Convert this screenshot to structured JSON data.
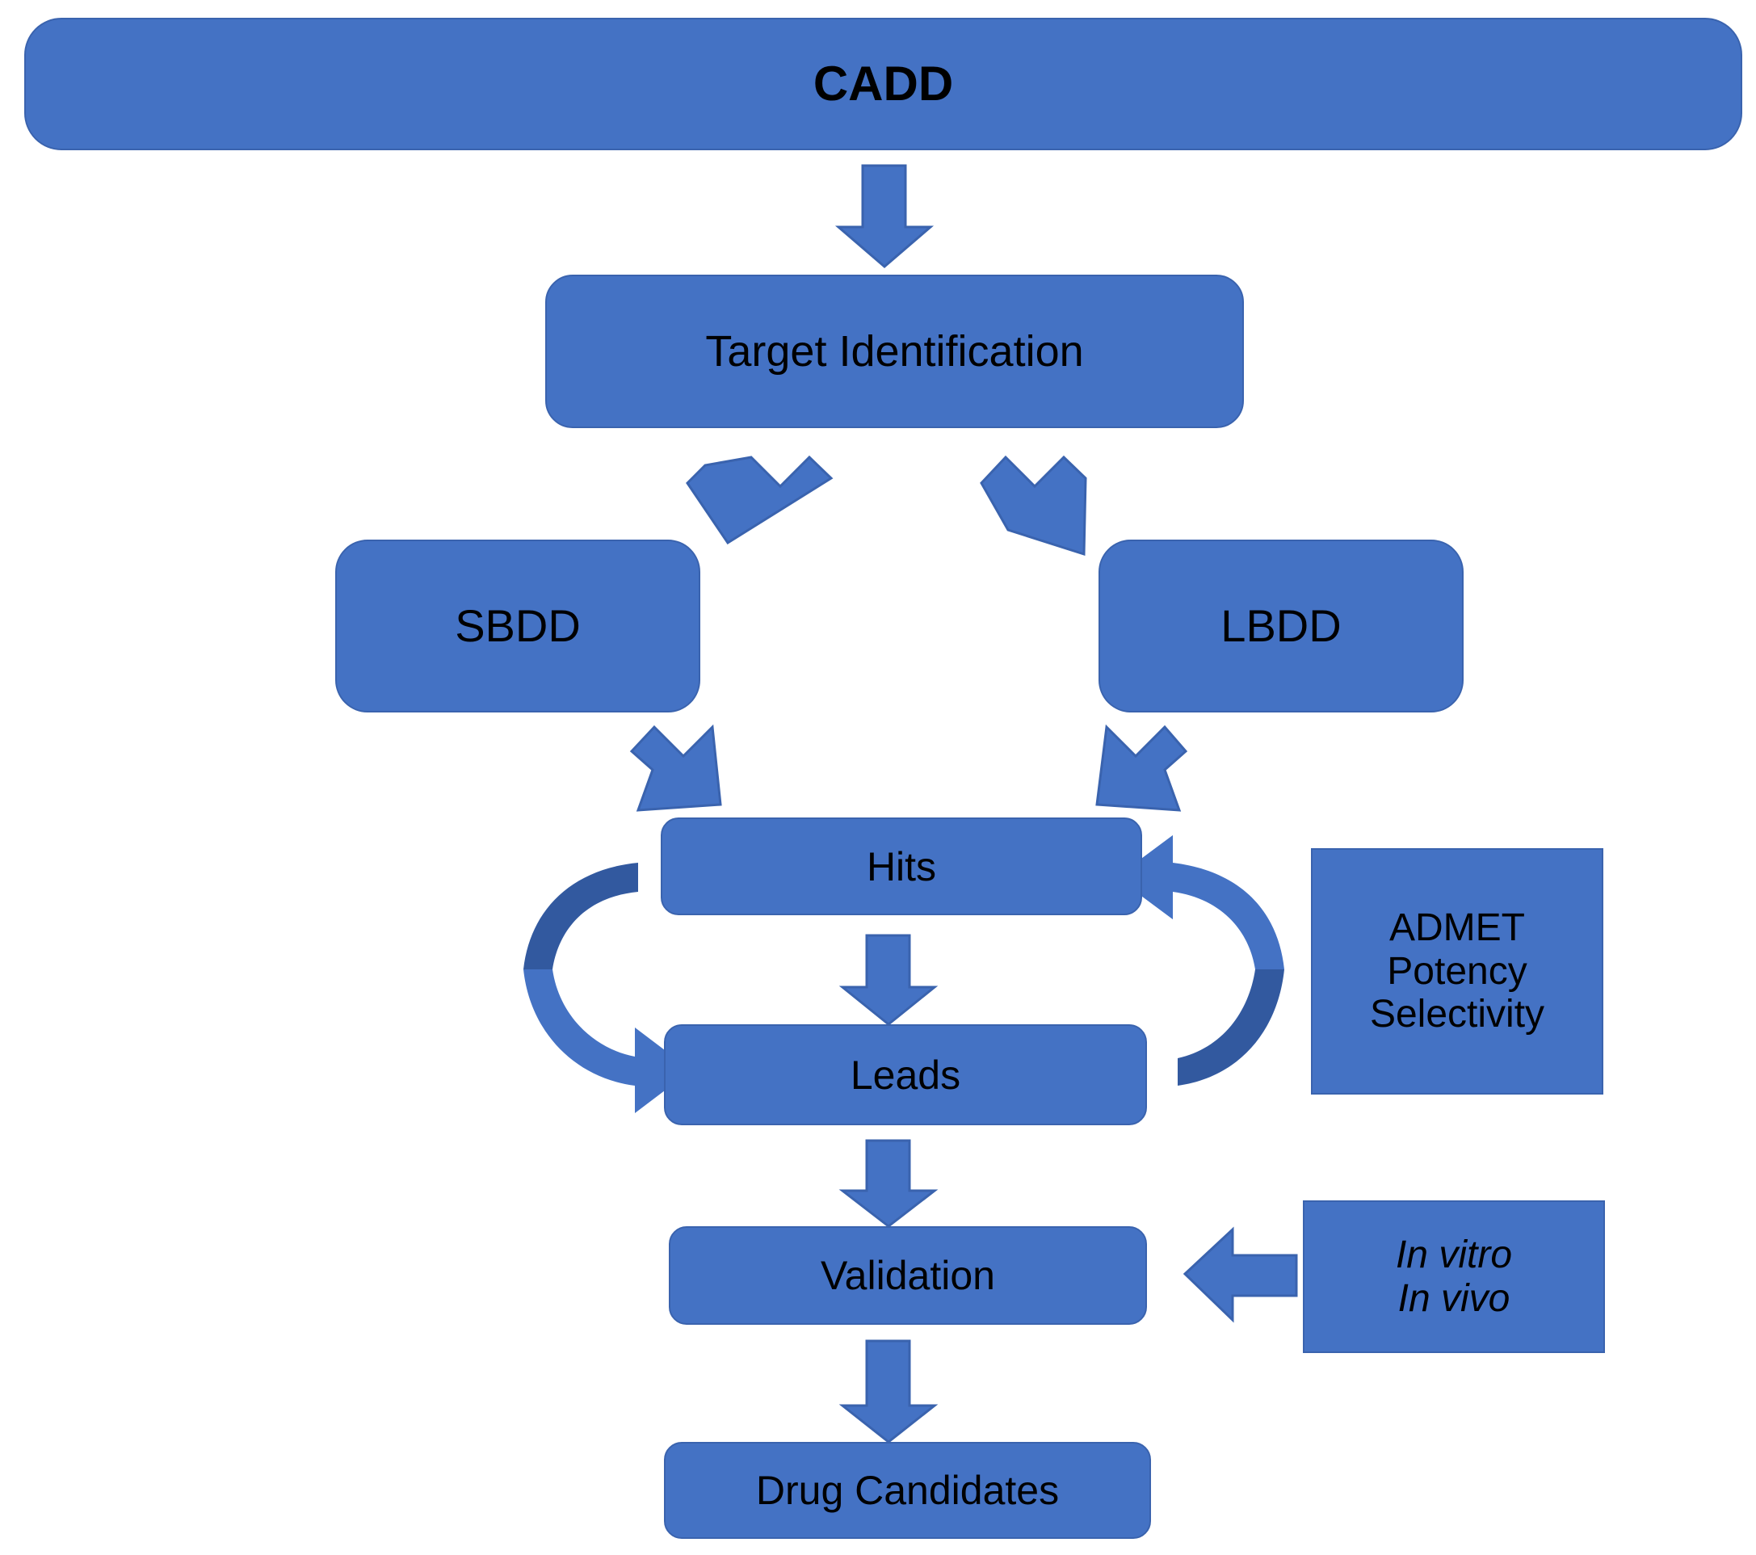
{
  "diagram": {
    "title": "CADD",
    "palette": {
      "node_fill": "#4472C4",
      "node_stroke": "#3A63AE",
      "arrow_fill": "#4472C4",
      "curve_dark": "#32599F",
      "text": "#000000",
      "background": "#FFFFFF"
    },
    "nodes": {
      "cadd": {
        "label": "CADD",
        "shape": "rounded-banner",
        "emphasis": "bold"
      },
      "target_identification": {
        "label": "Target Identification",
        "shape": "rounded-rect"
      },
      "sbdd": {
        "label": "SBDD",
        "shape": "rounded-rect"
      },
      "lbdd": {
        "label": "LBDD",
        "shape": "rounded-rect"
      },
      "hits": {
        "label": "Hits",
        "shape": "rounded-rect"
      },
      "leads": {
        "label": "Leads",
        "shape": "rounded-rect"
      },
      "validation": {
        "label": "Validation",
        "shape": "rounded-rect"
      },
      "drug_candidates": {
        "label": "Drug Candidates",
        "shape": "rounded-rect"
      },
      "admet_criteria": {
        "shape": "rect",
        "lines": [
          "ADMET",
          "Potency",
          "Selectivity"
        ],
        "line1": "ADMET",
        "line2": "Potency",
        "line3": "Selectivity"
      },
      "assays": {
        "shape": "rect",
        "emphasis": "italic",
        "lines": [
          "In vitro",
          "In vivo"
        ],
        "line1": "In vitro",
        "line2": "In vivo"
      }
    },
    "edges": [
      {
        "from": "cadd",
        "to": "target_identification",
        "style": "straight-down-arrow"
      },
      {
        "from": "target_identification",
        "to": "sbdd",
        "style": "diagonal-down-left-arrow"
      },
      {
        "from": "target_identification",
        "to": "lbdd",
        "style": "diagonal-down-right-arrow"
      },
      {
        "from": "sbdd",
        "to": "hits",
        "style": "diagonal-down-right-arrow"
      },
      {
        "from": "lbdd",
        "to": "hits",
        "style": "diagonal-down-left-arrow"
      },
      {
        "from": "hits",
        "to": "leads",
        "style": "straight-down-arrow"
      },
      {
        "from": "hits",
        "to": "leads",
        "style": "curved-left-arrow"
      },
      {
        "from": "leads",
        "to": "hits",
        "style": "curved-right-arrow"
      },
      {
        "from": "leads",
        "to": "validation",
        "style": "straight-down-arrow"
      },
      {
        "from": "assays",
        "to": "validation",
        "style": "straight-left-arrow"
      },
      {
        "from": "validation",
        "to": "drug_candidates",
        "style": "straight-down-arrow"
      }
    ]
  }
}
